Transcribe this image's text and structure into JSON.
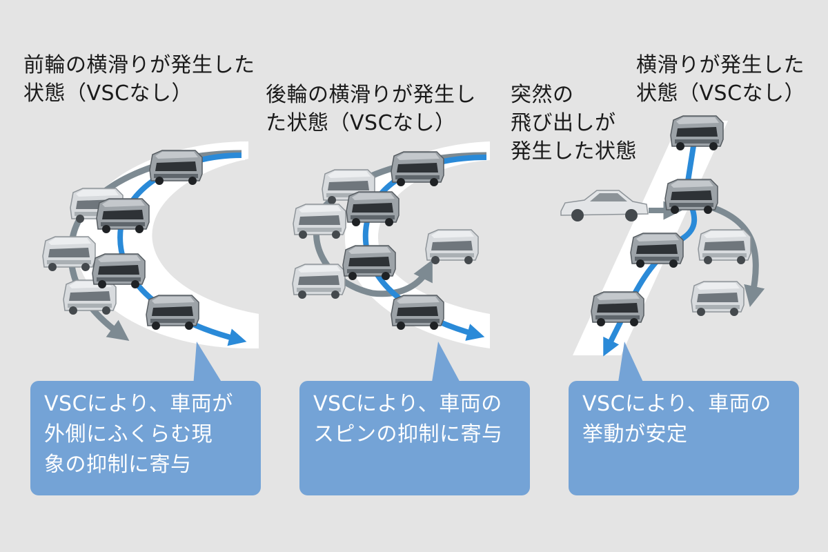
{
  "panels": [
    {
      "title": "前輪の横滑りが発生した\n状態（VSCなし）",
      "caption": "VSCにより、車両が\n外側にふくらむ現\n象の抑制に寄与"
    },
    {
      "title": "後輪の横滑りが発生し\nた状態（VSCなし）",
      "caption": "VSCにより、車両の\nスピンの抑制に寄与"
    },
    {
      "title": "突然の\n飛び出しが\n発生した状態",
      "title2": "横滑りが発生した\n状態（VSCなし）",
      "caption": "VSCにより、車両の\n挙動が安定"
    }
  ],
  "colors": {
    "background": "#e4e4e4",
    "road": "#ffffff",
    "path_vsc": "#2a8ad8",
    "path_no_vsc": "#7d8a92",
    "callout": "#74a3d6",
    "car_body": "#9da3a8",
    "car_ghost": "#d2d5d8"
  }
}
